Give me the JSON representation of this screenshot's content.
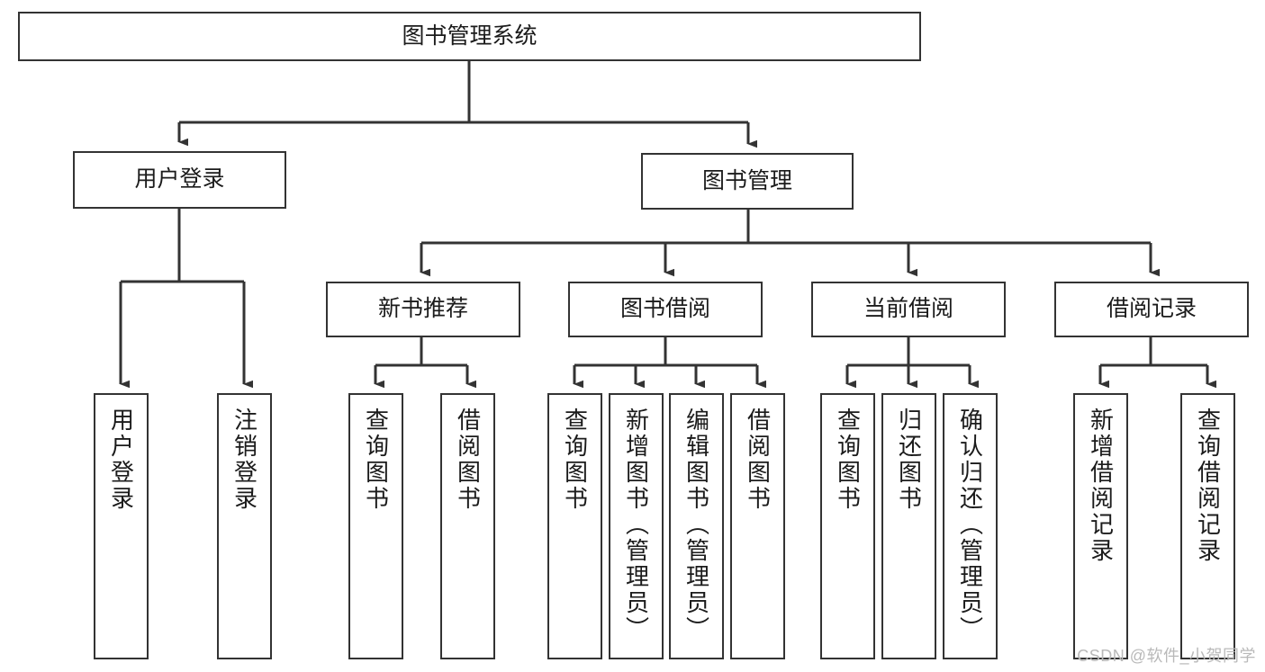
{
  "diagram": {
    "type": "hierarchy-tree",
    "title": "图书管理系统",
    "watermark": "CSDN @软件_小贺同学",
    "colors": {
      "box_border": "#333333",
      "box_fill": "#ffffff",
      "connector": "#333333",
      "text": "#1b1b1b",
      "watermark": "#b9b9b9"
    },
    "nodes": {
      "root": {
        "label": "图书管理系统",
        "level": 1,
        "orientation": "horizontal"
      },
      "l2": [
        {
          "id": "user-login",
          "label": "用户登录",
          "level": 2,
          "orientation": "horizontal"
        },
        {
          "id": "book-management",
          "label": "图书管理",
          "level": 2,
          "orientation": "horizontal"
        }
      ],
      "l3": [
        {
          "id": "new-book-recommend",
          "label": "新书推荐",
          "level": 3,
          "orientation": "horizontal",
          "parent": "book-management"
        },
        {
          "id": "book-borrow",
          "label": "图书借阅",
          "level": 3,
          "orientation": "horizontal",
          "parent": "book-management"
        },
        {
          "id": "current-borrow",
          "label": "当前借阅",
          "level": 3,
          "orientation": "horizontal",
          "parent": "book-management"
        },
        {
          "id": "borrow-record",
          "label": "借阅记录",
          "level": 3,
          "orientation": "horizontal",
          "parent": "book-management"
        }
      ],
      "leaves": [
        {
          "id": "leaf-user-login",
          "label": "用户登录",
          "parent": "user-login",
          "orientation": "vertical"
        },
        {
          "id": "leaf-user-logout",
          "label": "注销登录",
          "parent": "user-login",
          "orientation": "vertical"
        },
        {
          "id": "leaf-query-book-1",
          "label": "查询图书",
          "parent": "new-book-recommend",
          "orientation": "vertical"
        },
        {
          "id": "leaf-borrow-book-1",
          "label": "借阅图书",
          "parent": "new-book-recommend",
          "orientation": "vertical"
        },
        {
          "id": "leaf-query-book-2",
          "label": "查询图书",
          "parent": "book-borrow",
          "orientation": "vertical"
        },
        {
          "id": "leaf-add-book",
          "label": "新增图书（管理员）",
          "parent": "book-borrow",
          "orientation": "vertical"
        },
        {
          "id": "leaf-edit-book",
          "label": "编辑图书（管理员）",
          "parent": "book-borrow",
          "orientation": "vertical"
        },
        {
          "id": "leaf-borrow-book-2",
          "label": "借阅图书",
          "parent": "book-borrow",
          "orientation": "vertical"
        },
        {
          "id": "leaf-query-book-3",
          "label": "查询图书",
          "parent": "current-borrow",
          "orientation": "vertical"
        },
        {
          "id": "leaf-return-book",
          "label": "归还图书",
          "parent": "current-borrow",
          "orientation": "vertical"
        },
        {
          "id": "leaf-confirm-return",
          "label": "确认归还（管理员）",
          "parent": "current-borrow",
          "orientation": "vertical"
        },
        {
          "id": "leaf-add-record",
          "label": "新增借阅记录",
          "parent": "borrow-record",
          "orientation": "vertical"
        },
        {
          "id": "leaf-query-record",
          "label": "查询借阅记录",
          "parent": "borrow-record",
          "orientation": "vertical"
        }
      ]
    }
  }
}
